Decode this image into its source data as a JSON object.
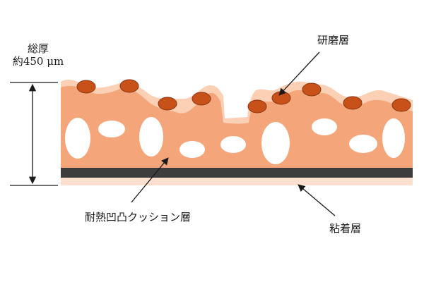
{
  "labels": {
    "total_thickness_title": "総厚",
    "total_thickness_value": "約450 μm",
    "grinding_layer": "研磨層",
    "cushion_layer": "耐熱凹凸クッション層",
    "adhesive_layer": "粘着層"
  },
  "colors": {
    "cushion": "#f4a57a",
    "cushion_highlight": "#fbd0b4",
    "abrasive_grain": "#c8511a",
    "grain_outline": "#8a3510",
    "base_strip": "#3d3d3d",
    "adhesive": "#fde0cf",
    "pores": "#ffffff",
    "lines": "#1a1a1a"
  }
}
